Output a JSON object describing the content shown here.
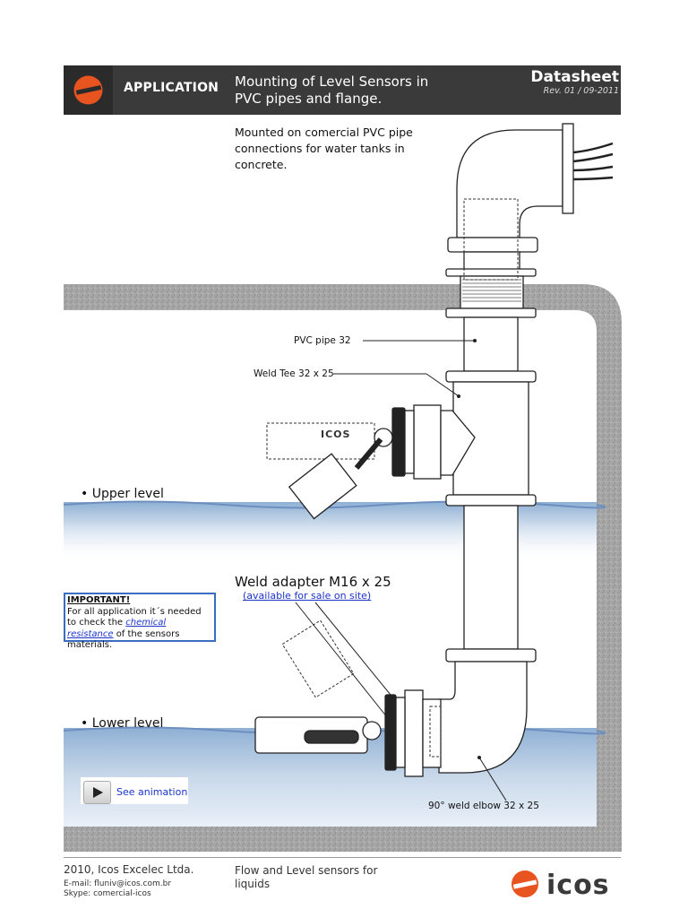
{
  "header": {
    "section": "APPLICATION",
    "title": "Mounting of Level Sensors in PVC pipes and flange.",
    "doc_type": "Datasheet",
    "revision": "Rev. 01 / 09-2011"
  },
  "intro": "Mounted on comercial  PVC pipe connections for water tanks in concrete.",
  "labels": {
    "pvc_pipe": "PVC pipe 32",
    "weld_tee": "Weld Tee 32 x 25",
    "upper_level": "• Upper level",
    "lower_level": "• Lower level",
    "elbow": "90° weld elbow 32 x 25",
    "sensor_brand": "ICOS"
  },
  "weld_adapter": {
    "title": "Weld adapter M16 x 25",
    "note": "(available for sale on site)"
  },
  "important": {
    "title": "IMPORTANT!",
    "text_before": "For all application it´s needed to check the",
    "link": "chemical resistance",
    "text_after": "of the sensors materials."
  },
  "animation": {
    "label": "See animation"
  },
  "footer": {
    "company": "2010, Icos Excelec Ltda.",
    "email": "E-mail: fluniv@icos.com.br",
    "skype": "Skype: comercial-icos",
    "product": "Flow and Level sensors for liquids",
    "brand": "icos"
  },
  "colors": {
    "header_bg": "#3a3a3a",
    "brand_orange": "#e8541f",
    "concrete": "#a9a9a9",
    "water": "#a9c3e0",
    "link_blue": "#1a33cc"
  }
}
